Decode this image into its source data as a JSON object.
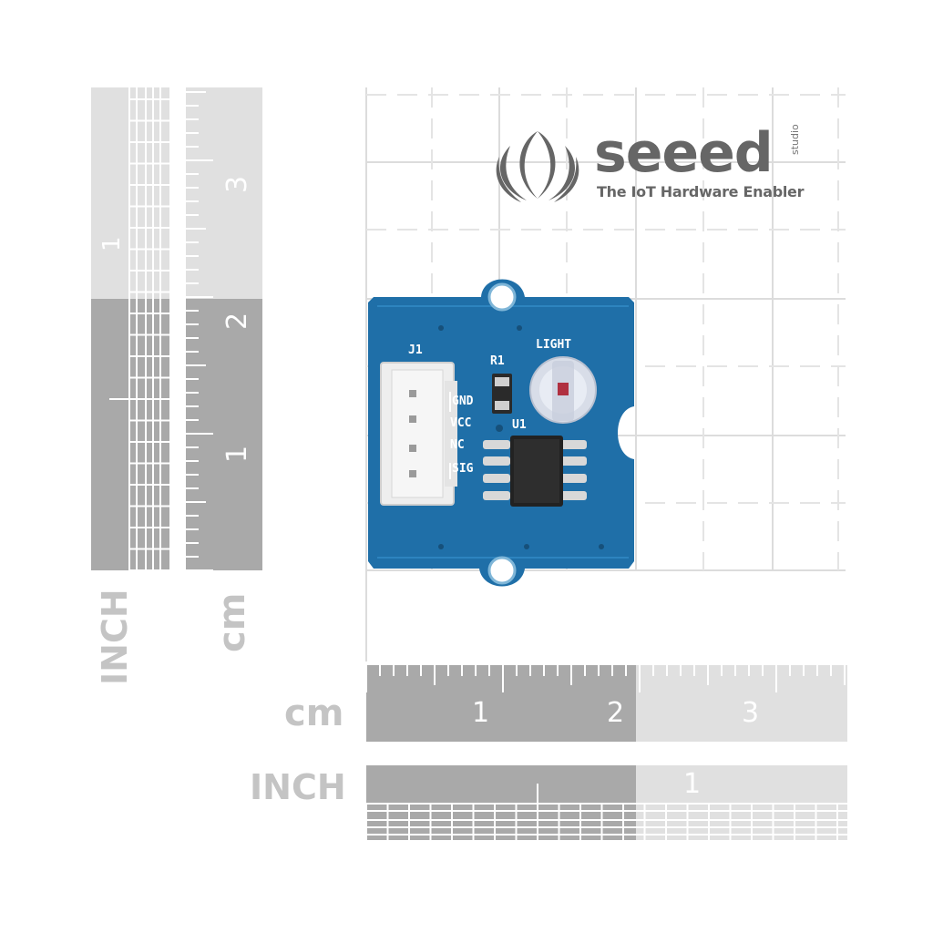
{
  "brand": {
    "name": "seeed",
    "superscript": "studio",
    "tagline": "The IoT Hardware Enabler"
  },
  "units": {
    "vertical_inch": "INCH",
    "vertical_cm": "cm",
    "horizontal_cm": "cm",
    "horizontal_inch": "INCH"
  },
  "ruler_numbers": {
    "vertical_inch": [
      "1"
    ],
    "vertical_cm": [
      "3",
      "2",
      "1"
    ],
    "horizontal_cm": [
      "1",
      "2",
      "3"
    ],
    "horizontal_inch": [
      "1"
    ]
  },
  "board": {
    "connector": "J1",
    "pins": [
      "GND",
      "VCC",
      "NC",
      "SIG"
    ],
    "resistor": "R1",
    "ic": "U1",
    "sensor": "LIGHT"
  },
  "colors": {
    "pcb": "#1f6fa8",
    "ruler_dark": "#a9a9a9",
    "ruler_light": "#e0e0e0",
    "grid": "#dcdcdc"
  }
}
